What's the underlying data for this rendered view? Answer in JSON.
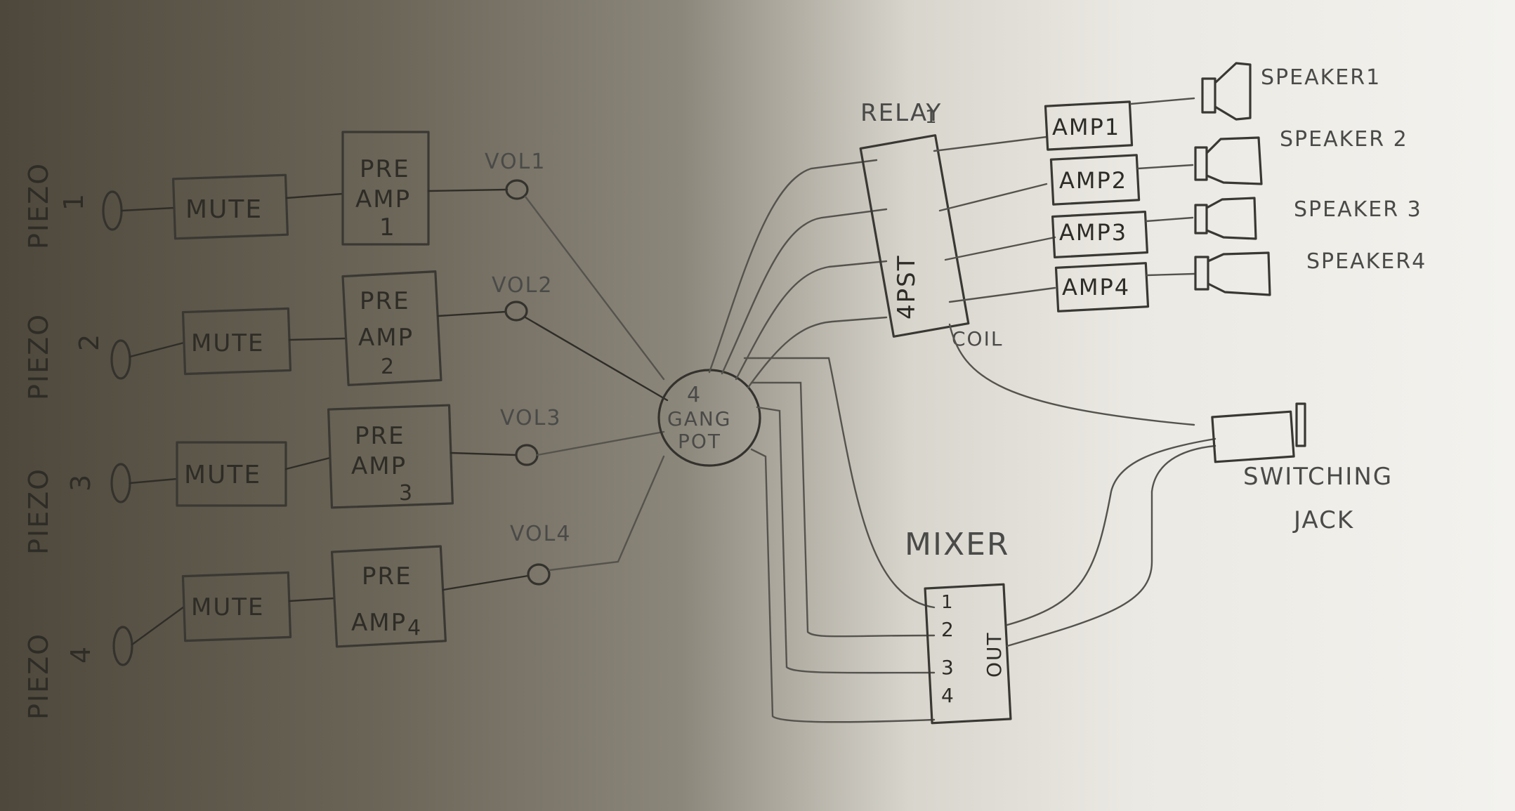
{
  "diagram": {
    "piezos": [
      {
        "label": "PIEZO",
        "number": "1"
      },
      {
        "label": "PIEZO",
        "number": "2"
      },
      {
        "label": "PIEZO",
        "number": "3"
      },
      {
        "label": "PIEZO",
        "number": "4"
      }
    ],
    "channels": [
      {
        "mute": "MUTE",
        "preamp": [
          "PRE",
          "AMP",
          "1"
        ],
        "vol": "VOL1"
      },
      {
        "mute": "MUTE",
        "preamp": [
          "PRE",
          "AMP",
          "2"
        ],
        "vol": "VOL2"
      },
      {
        "mute": "MUTE",
        "preamp": [
          "PRE",
          "AMP",
          "3"
        ],
        "vol": "VOL3"
      },
      {
        "mute": "MUTE",
        "preamp": [
          "PRE",
          "AMP",
          "4"
        ],
        "vol": "VOL4"
      }
    ],
    "pot": [
      "4",
      "GANG",
      "POT"
    ],
    "relay": {
      "title": "RELAY",
      "number": "1",
      "type": "4PST",
      "coil": "COIL"
    },
    "amps": [
      "AMP1",
      "AMP2",
      "AMP3",
      "AMP4"
    ],
    "speakers": [
      "SPEAKER1",
      "SPEAKER 2",
      "SPEAKER 3",
      "SPEAKER4"
    ],
    "mixer": {
      "title": "MIXER",
      "inputs": [
        "1",
        "2",
        "3",
        "4"
      ],
      "output": "OUT"
    },
    "jack": [
      "SWITCHING",
      "JACK"
    ],
    "colors": {
      "paper": "#eeece6",
      "pencil": "#3a3833",
      "shadow": "#6b6558"
    }
  }
}
